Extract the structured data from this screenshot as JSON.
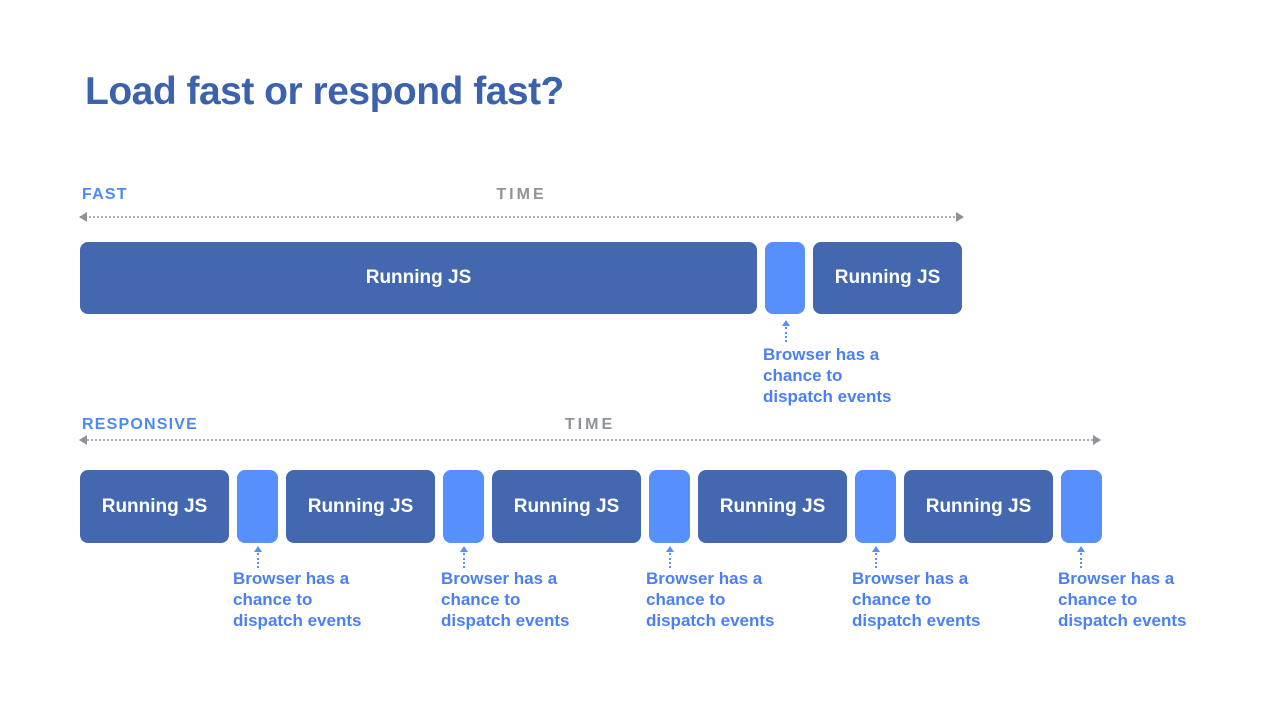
{
  "title": "Load fast or respond fast?",
  "bar_label": "Running JS",
  "tracks": {
    "fast": {
      "label": "FAST",
      "time_label": "TIME",
      "segments": [
        "Running JS",
        "browser-idle",
        "Running JS"
      ]
    },
    "responsive": {
      "label": "RESPONSIVE",
      "time_label": "TIME",
      "segments": [
        "Running JS",
        "browser-idle",
        "Running JS",
        "browser-idle",
        "Running JS",
        "browser-idle",
        "Running JS",
        "browser-idle",
        "Running JS",
        "browser-idle"
      ]
    }
  },
  "annotation": {
    "line1": "Browser has a",
    "line2": "chance to",
    "line3": "dispatch events"
  },
  "colors": {
    "title": "#3c62ad",
    "running_js_bar": "#4368af",
    "bar_text": "#ffffff",
    "idle_gap": "#578ffc",
    "track_label": "#4c89f8",
    "time_label": "#8f9399",
    "timeline_dots": "#abaeb5",
    "annotation_text": "#4b80f5"
  }
}
